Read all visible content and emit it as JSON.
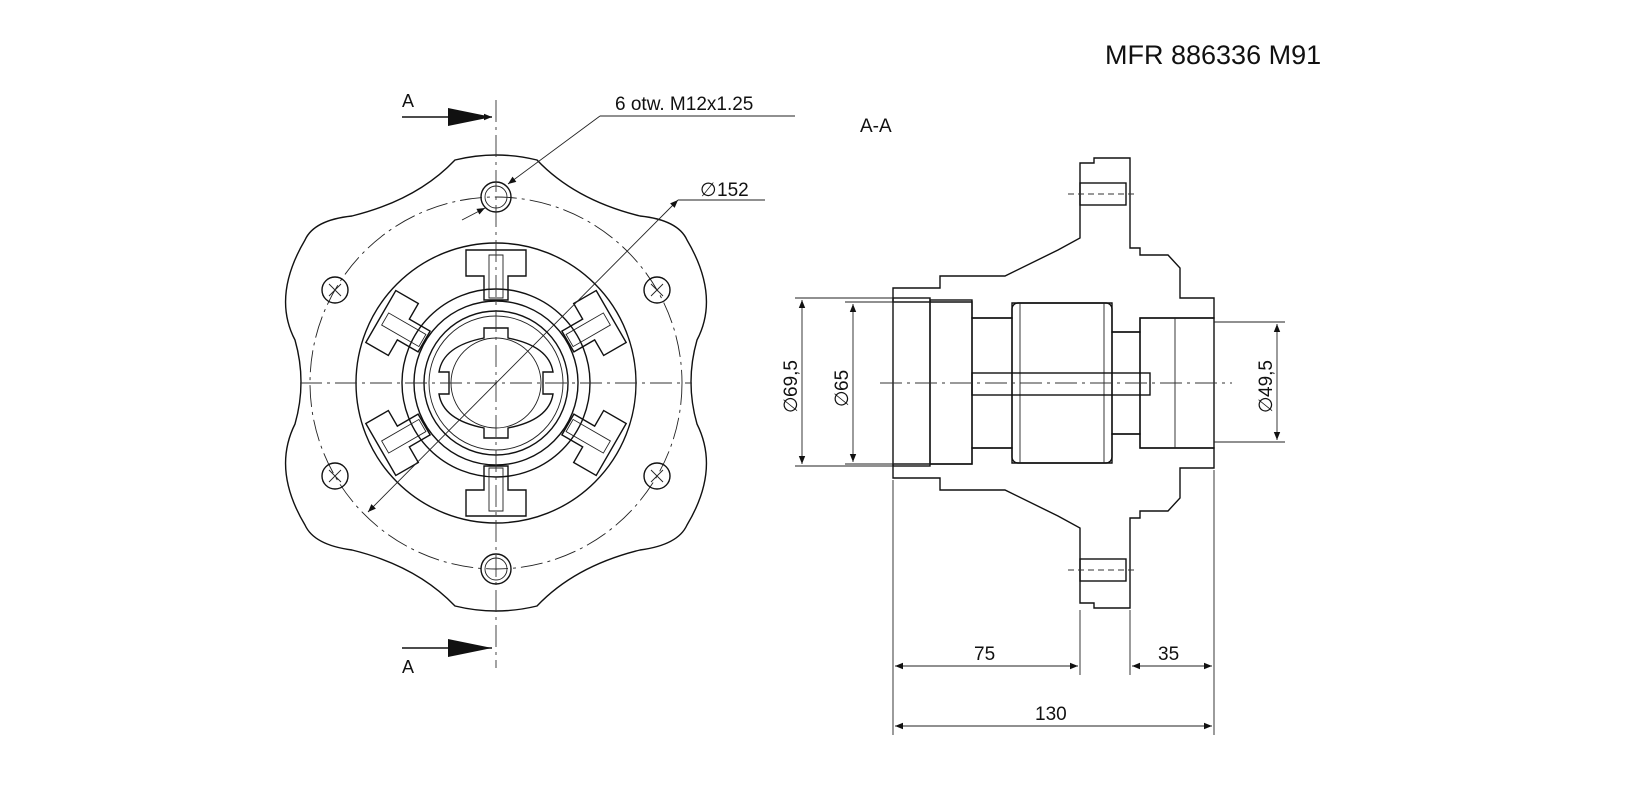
{
  "title": "MFR 886336 M91",
  "section_label": "A-A",
  "section_marks": {
    "top": "A",
    "bottom": "A"
  },
  "front_view": {
    "hole_callout": "6 otw. M12x1.25",
    "bolt_circle_dim": "152"
  },
  "section_view": {
    "dim_left_outer": "69,5",
    "dim_left_inner": "65",
    "dim_right": "49,5",
    "dim_75": "75",
    "dim_35": "35",
    "dim_130": "130"
  },
  "symbols": {
    "diameter": "∅"
  }
}
